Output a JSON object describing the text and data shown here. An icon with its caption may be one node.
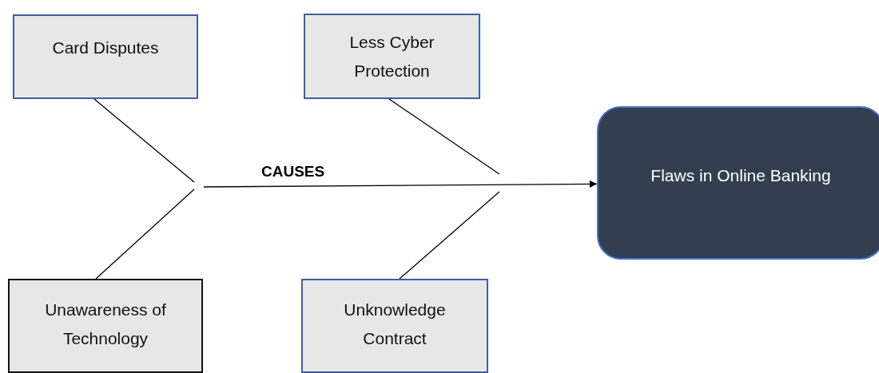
{
  "diagram": {
    "nodes": [
      {
        "text": [
          "Card Disputes"
        ]
      },
      {
        "text": [
          "Less Cyber Protection"
        ]
      },
      {
        "text": [
          "Flaws in Online Banking"
        ]
      },
      {
        "text": [
          "Unawareness of Technology"
        ]
      },
      {
        "text": [
          "Unknowledge Contract"
        ]
      }
    ],
    "edges": [
      {
        "from": 0,
        "to": null,
        "arrow": "none"
      },
      {
        "from": 3,
        "to": null,
        "arrow": "none"
      },
      {
        "from": 1,
        "to": null,
        "arrow": "none"
      },
      {
        "from": 4,
        "to": null,
        "arrow": "none"
      },
      {
        "from": null,
        "to": 2,
        "arrow": "to",
        "label": "CAUSES"
      }
    ]
  }
}
